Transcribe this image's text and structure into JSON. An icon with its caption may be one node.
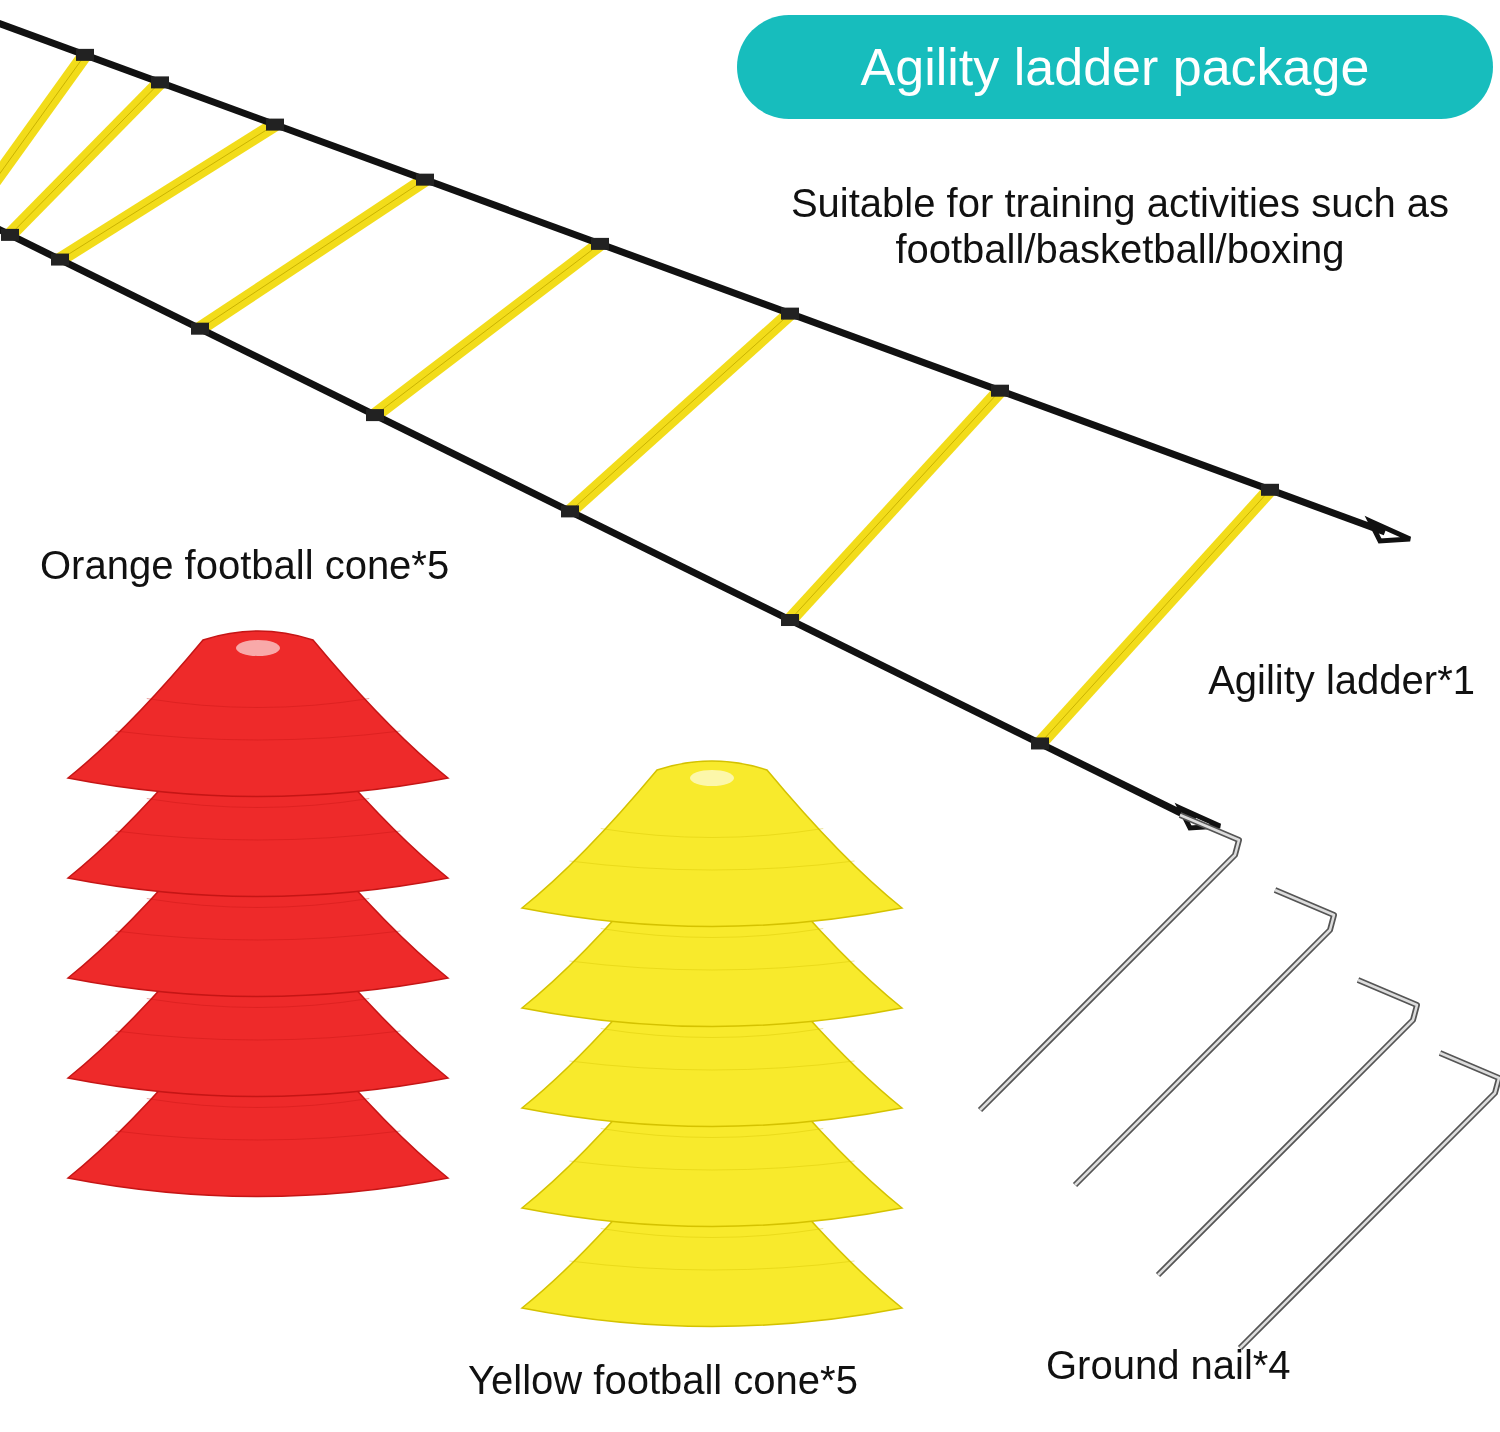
{
  "diagram": {
    "title": "Agility ladder package",
    "labels": [
      "Suitable for training activities such as football/basketball/boxing",
      "Orange football cone*5",
      "Agility ladder*1",
      "Yellow football cone*5",
      "Ground nail*4"
    ]
  }
}
